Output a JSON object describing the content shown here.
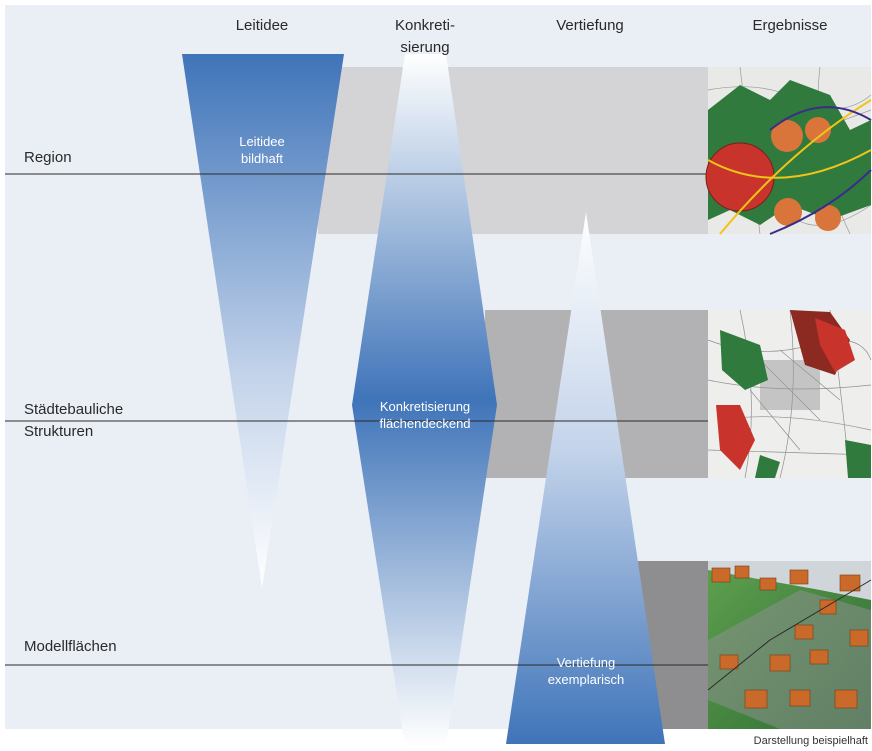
{
  "columns": {
    "leitidee": "Leitidee",
    "konkretisierung": [
      "Konkreti-",
      "sierung"
    ],
    "vertiefung": "Vertiefung",
    "ergebnisse": "Ergebnisse"
  },
  "rows": {
    "region": "Region",
    "staedtebau": [
      "Städtebauliche",
      "Strukturen"
    ],
    "modell": "Modellflächen"
  },
  "shapes": {
    "leitidee": [
      "Leitidee",
      "bildhaft"
    ],
    "konkretisierung": [
      "Konkretisierung",
      "flächendeckend"
    ],
    "vertiefung": [
      "Vertiefung",
      "exemplarisch"
    ]
  },
  "footnote": "Darstellung beispielhaft",
  "colors": {
    "background": "#eaeef5",
    "band_light": "#d4d4d6",
    "band_mid": "#b2b2b4",
    "band_dark": "#8e8e90",
    "blue": "#3f74b9",
    "map_green": "#2f7a3c",
    "map_red": "#c8332b",
    "roof_orange": "#c96a2a"
  },
  "thumbnails": [
    "region-map",
    "city-structure-map",
    "model-area-3d"
  ]
}
